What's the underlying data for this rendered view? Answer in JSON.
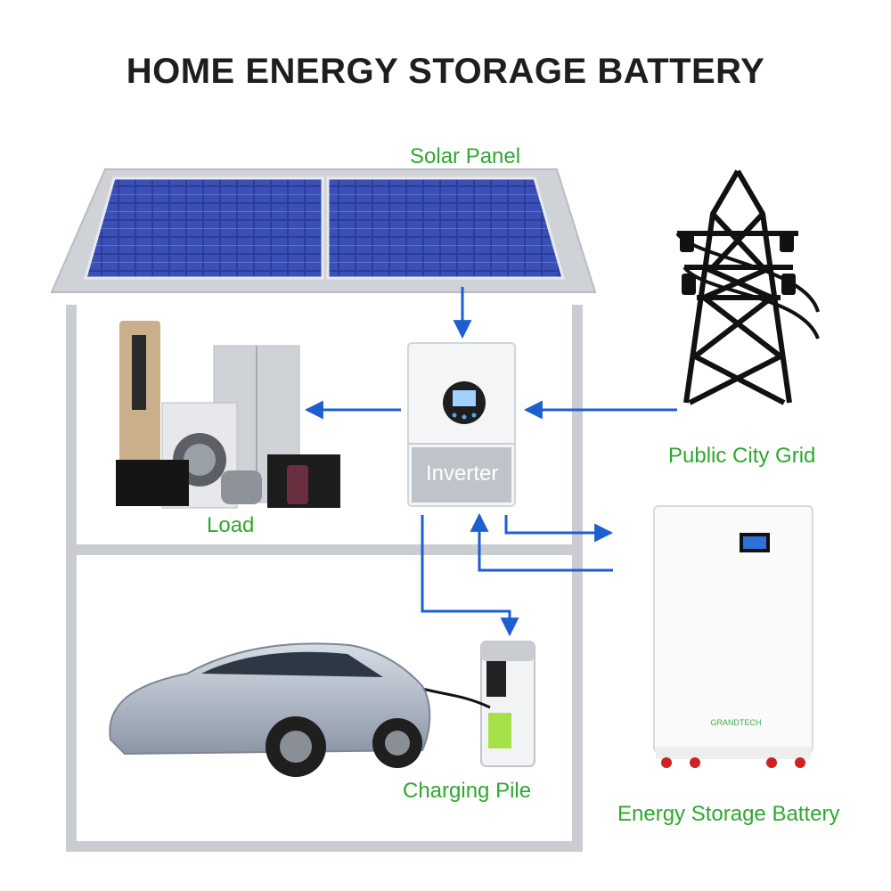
{
  "title": "HOME ENERGY STORAGE BATTERY",
  "labels": {
    "solar_panel": "Solar Panel",
    "public_grid": "Public City Grid",
    "inverter": "Inverter",
    "load": "Load",
    "charging_pile": "Charging Pile",
    "battery": "Energy Storage Battery",
    "battery_brand": "GRANDTECH"
  },
  "colors": {
    "label_green": "#2ea82e",
    "arrow_blue": "#1d5fd1",
    "house_frame": "#c9cdd2",
    "panel_blue": "#2d3f9c"
  }
}
